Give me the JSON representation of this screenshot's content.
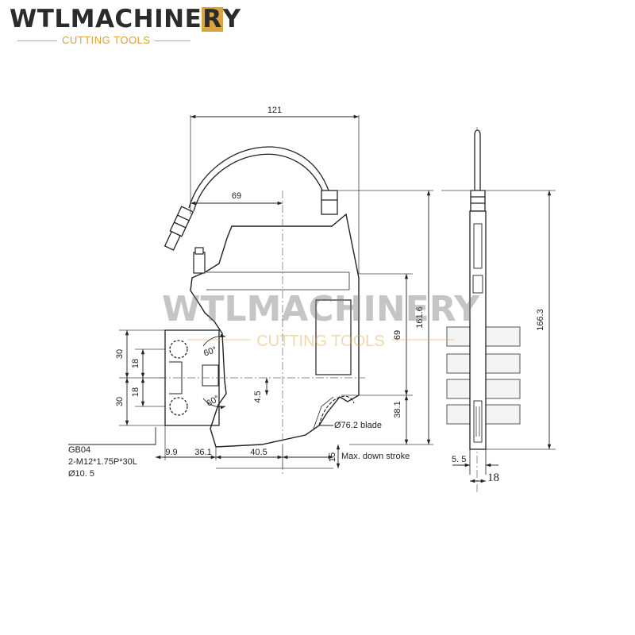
{
  "logo": {
    "brand_main": "WTLMACHINE",
    "brand_r": "R",
    "brand_end": "Y",
    "tagline": "CUTTING TOOLS",
    "colors": {
      "text": "#2b2b2b",
      "accent": "#d9a441"
    }
  },
  "watermark": {
    "brand": "WTLMACHINERY",
    "tagline": "CUTTING TOOLS"
  },
  "dimensions": {
    "width_121": "121",
    "width_69": "69",
    "height_161_6": "161.6",
    "height_69": "69",
    "height_38_1": "38.1",
    "height_166_3": "166.3",
    "bolt_30_top": "30",
    "bolt_30_bottom": "30",
    "bolt_18_top": "18",
    "bolt_18_bottom": "18",
    "gap_4_5": "4.5",
    "angle_top": "60°",
    "angle_bottom": "60°",
    "offset_9_9": "9.9",
    "offset_36_1": "36.1",
    "offset_40_5": "40.5",
    "stroke_15": "15",
    "stroke_label": "Max. down stroke",
    "blade_label": "Ø76.2 blade",
    "side_5_5": "5. 5",
    "side_18": "18"
  },
  "callout": {
    "line1": "GB04",
    "line2": "2-M12*1.75P*30L",
    "line3": "Ø10. 5"
  }
}
